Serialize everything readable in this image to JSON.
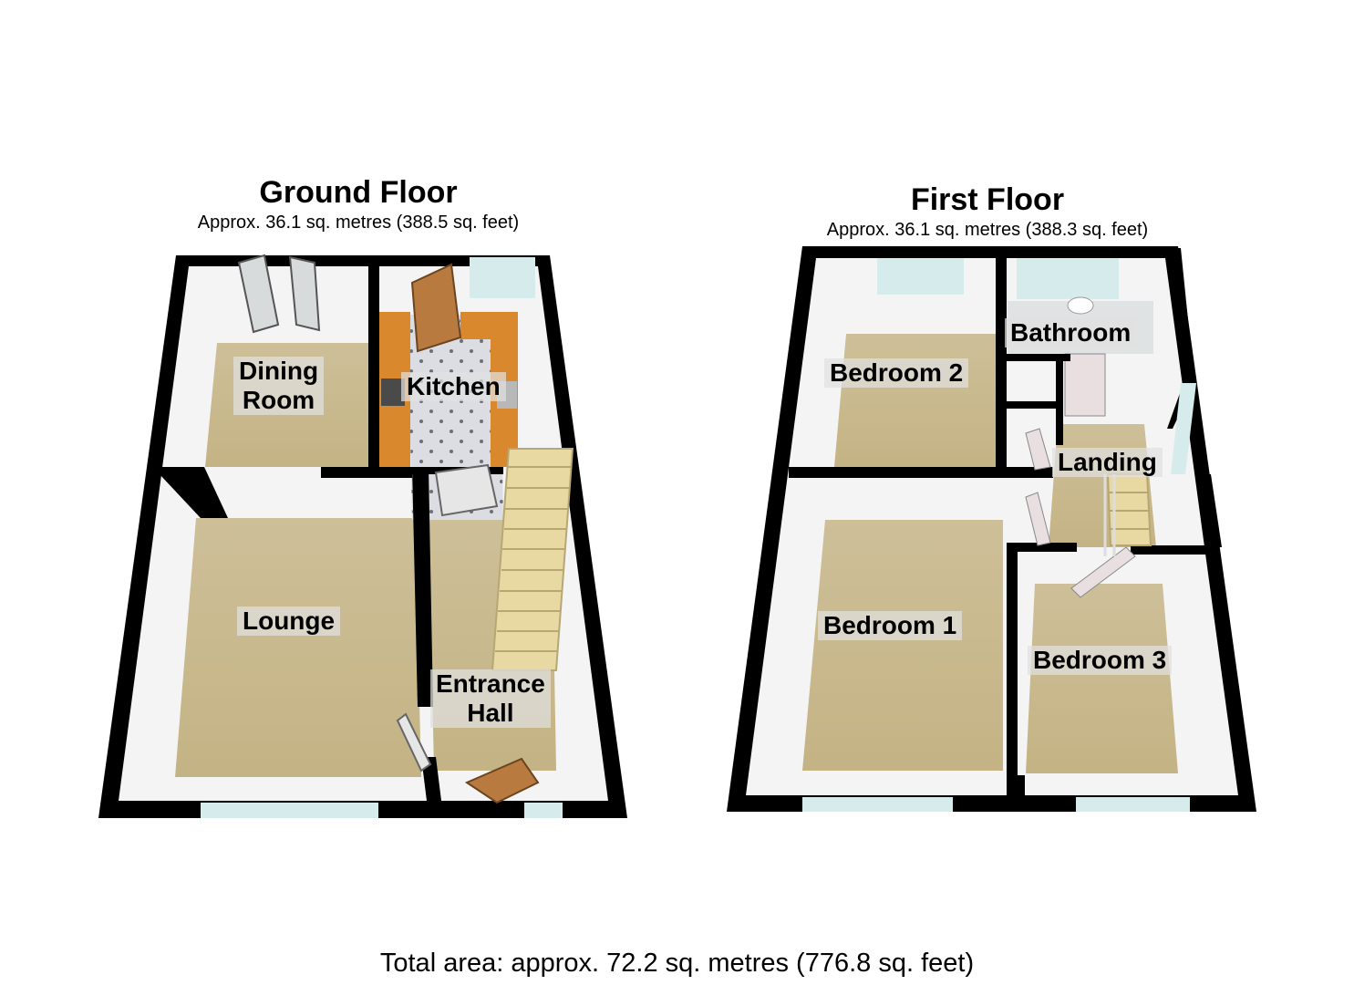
{
  "ground_floor": {
    "title": "Ground Floor",
    "area": "Approx. 36.1 sq. metres (388.5 sq. feet)",
    "rooms": {
      "dining": "Dining\nRoom",
      "kitchen": "Kitchen",
      "lounge": "Lounge",
      "hall": "Entrance\nHall"
    }
  },
  "first_floor": {
    "title": "First Floor",
    "area": "Approx. 36.1 sq. metres (388.3 sq. feet)",
    "rooms": {
      "bathroom": "Bathroom",
      "bedroom2": "Bedroom 2",
      "landing": "Landing",
      "bedroom1": "Bedroom 1",
      "bedroom3": "Bedroom 3"
    }
  },
  "total_area": "Total area: approx. 72.2 sq. metres (776.8 sq. feet)",
  "colors": {
    "wall": "#000000",
    "wall_face": "#f4f4f4",
    "carpet": "#c9b98f",
    "kitchen_floor": "#d9d9dd",
    "worktop": "#d9882e",
    "door": "#b87a3e",
    "glass": "#d6ecec"
  }
}
